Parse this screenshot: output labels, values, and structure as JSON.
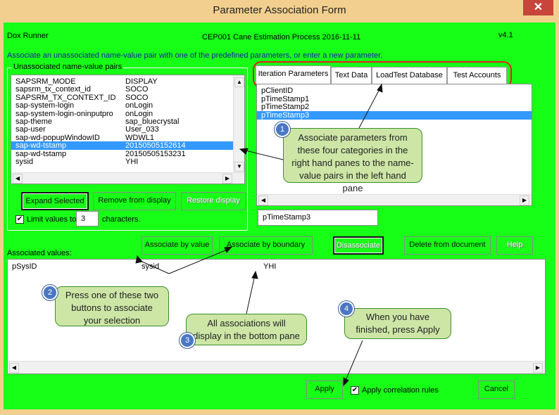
{
  "window": {
    "title": "Parameter Association Form",
    "close": "✕"
  },
  "header": {
    "app": "Dox Runner",
    "process": "CEP001 Cane Estimation Process 2016-11-11",
    "version": "v4.1"
  },
  "instruction": "Associate an unassociated name-value pair with one of the predefined parameters, or enter a new parameter.",
  "unassociated": {
    "legend": "Unassociated name-value pairs",
    "rows": [
      {
        "name": "SAPSRM_MODE",
        "value": "DISPLAY"
      },
      {
        "name": "sapsrm_tx_context_id",
        "value": "SOCO"
      },
      {
        "name": "SAPSRM_TX_CONTEXT_ID",
        "value": "SOCO"
      },
      {
        "name": "sap-system-login",
        "value": "onLogin"
      },
      {
        "name": "sap-system-login-oninputpro",
        "value": "onLogin"
      },
      {
        "name": "sap-theme",
        "value": "sap_bluecrystal"
      },
      {
        "name": "sap-user",
        "value": "User_033"
      },
      {
        "name": "sap-wd-popupWindowID",
        "value": "WDWL1"
      },
      {
        "name": "sap-wd-tstamp",
        "value": "20150505152614"
      },
      {
        "name": "sap-wd-tstamp",
        "value": "20150505153231"
      },
      {
        "name": "sysid",
        "value": "YHI"
      }
    ],
    "selected_index": 8,
    "expand_label": "Expand Selected",
    "remove_label": "Remove from display",
    "restore_label": "Restore display",
    "limit_label": "Limit values to",
    "limit_value": "3",
    "chars_label": "characters.",
    "limit_checked": "✔"
  },
  "tabs": [
    "Iteration Parameters",
    "Text Data",
    "LoadTest Database",
    "Test Accounts"
  ],
  "parameters": {
    "items": [
      "pClientID",
      "pTimeStamp1",
      "pTimeStamp2",
      "pTimeStamp3"
    ],
    "selected_index": 3,
    "current": "pTimeStamp3"
  },
  "buttons": {
    "assoc_value": "Associate by value",
    "assoc_boundary": "Associate by boundary",
    "disassociate": "Disassociate",
    "delete": "Delete from document",
    "help": "Help",
    "apply": "Apply",
    "cancel": "Cancel"
  },
  "associated": {
    "label": "Associated values:",
    "row": {
      "param": "pSysID",
      "name": "sysid",
      "value": "YHI"
    }
  },
  "apply_rules": {
    "label": "Apply correlation rules",
    "checked": "✔"
  },
  "callouts": [
    {
      "num": "1",
      "text": "Associate parameters from these four categories in the right hand panes to the name-value pairs in the left hand pane"
    },
    {
      "num": "2",
      "text": "Press one of these two buttons to associate your selection"
    },
    {
      "num": "3",
      "text": "All associations will display in the bottom pane"
    },
    {
      "num": "4",
      "text": "When you have finished, press Apply"
    }
  ],
  "glyphs": {
    "up": "▲",
    "down": "▼",
    "left": "◀",
    "right": "▶"
  },
  "colors": {
    "client": "#17ff17",
    "frame": "#f2cf8e",
    "selection": "#3399ff",
    "callout_bg": "#cde6a6",
    "highlight_ring": "#e0201a"
  }
}
